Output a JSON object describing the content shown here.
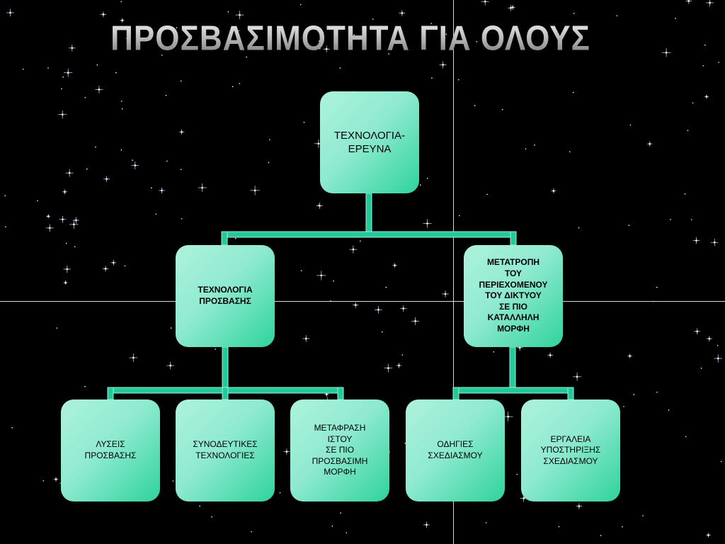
{
  "title": "ΠΡΟΣΒΑΣΙΜΟΤΗΤΑ  ΓΙΑ ΟΛΟΥΣ",
  "colors": {
    "background": "#000000",
    "node_light": "#aef2dc",
    "node_dark": "#2fd39c",
    "connector": "#22c99a",
    "title": "#bdbdbd"
  },
  "nodes": {
    "root": "ΤΕΧΝΟΛΟΓΙΑ-\nΕΡΕΥΝΑ",
    "access_tech": "ΤΕΧΝΟΛΟΓΙΑ\nΠΡΟΣΒΑΣΗΣ",
    "content_conversion": "ΜΕΤΑΤΡΟΠΗ\nΤΟΥ\nΠΕΡΙΕΧΟΜΕΝΟΥ\nΤΟΥ ΔΙΚΤΥΟΥ\nΣΕ ΠΙΟ\nΚΑΤΑΛΛΗΛΗ\nΜΟΡΦΗ",
    "solutions": "ΛΥΣΕΙΣ\nΠΡΟΣΒΑΣΗΣ",
    "assistive": "ΣΥΝΟΔΕΥΤΙΚΕΣ\nΤΕΧΝΟΛΟΓΙΕΣ",
    "translation": "ΜΕΤΑΦΡΑΣΗ\nΙΣΤΟΥ\nΣΕ ΠΙΟ\nΠΡΟΣΒΑΣΙΜΗ\nΜΟΡΦΗ",
    "guidelines": "ΟΔΗΓΙΕΣ\nΣΧΕΔΙΑΣΜΟΥ",
    "tools": "ΕΡΓΑΛΕΙΑ\nΥΠΟΣΤΗΡΙΞΗΣ\nΣΧΕΔΙΑΣΜΟΥ"
  }
}
